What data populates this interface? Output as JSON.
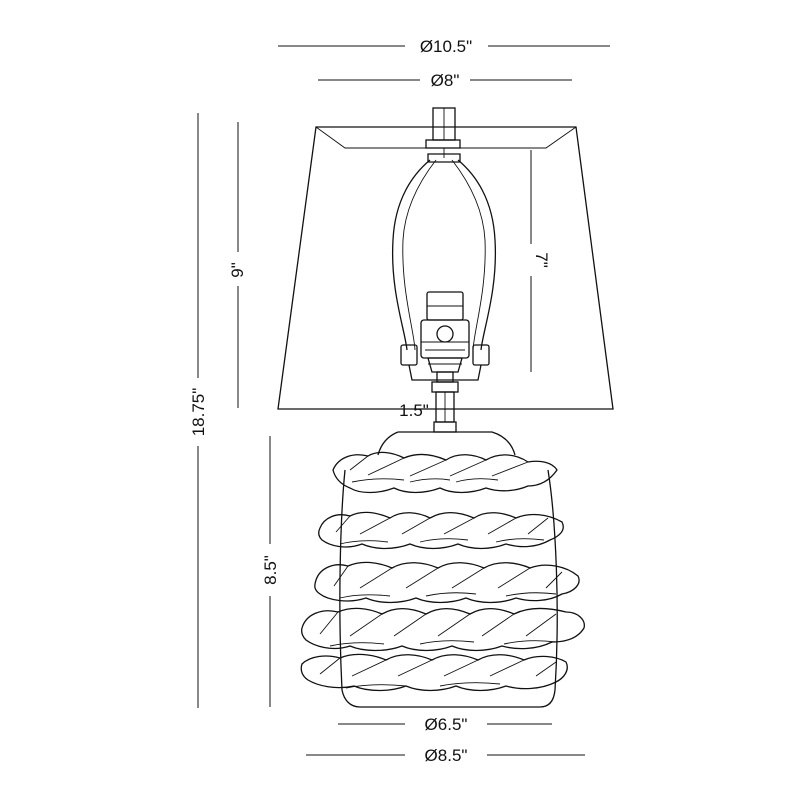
{
  "dimensions": {
    "shade_top_diameter": "Ø10.5\"",
    "shade_bottom_diameter": "Ø8\"",
    "overall_height": "18.75\"",
    "shade_height": "9\"",
    "harp_height": "7\"",
    "neck_height": "1.5\"",
    "base_height": "8.5\"",
    "base_bottom_diameter": "Ø6.5\"",
    "base_max_diameter": "Ø8.5\""
  },
  "colors": {
    "line": "#111111",
    "background": "#ffffff"
  }
}
